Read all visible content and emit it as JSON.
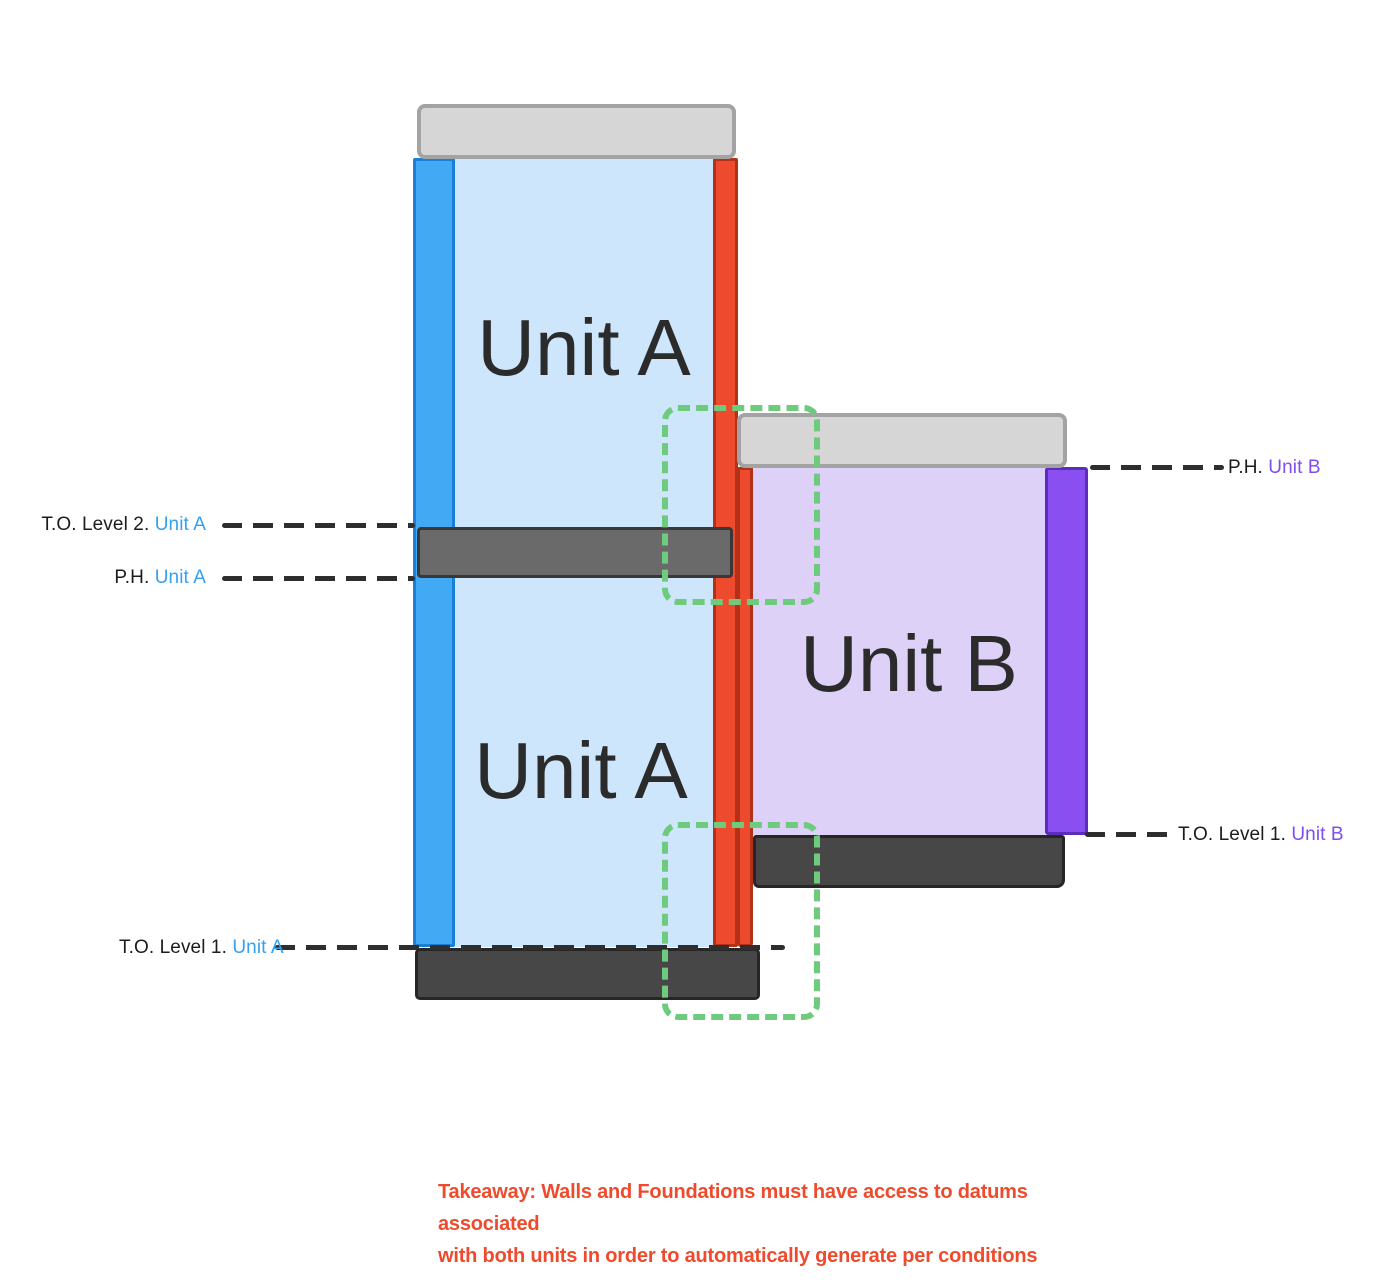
{
  "diagram": {
    "units": {
      "unit_a": {
        "name": "Unit A",
        "accent_color": "#33a0f2",
        "interior_fill": "#cde6fb",
        "left_wall_color": "#42a9f5"
      },
      "unit_b": {
        "name": "Unit B",
        "accent_color": "#7d4df2",
        "interior_fill": "#ddd1f7",
        "right_wall_color": "#8a4ff0"
      },
      "party_wall_color": "#ee4b2e"
    },
    "structure_colors": {
      "roof_cap": "#d6d6d6",
      "mid_slab": "#6a6a6a",
      "foundation": "#474747",
      "datum_line": "#2e2e2e",
      "highlight_box": "#6ecb7d"
    },
    "datum_labels": {
      "to_level_2_a": {
        "prefix": "T.O. Level 2. ",
        "unit": "Unit A"
      },
      "ph_a": {
        "prefix": "P.H. ",
        "unit": "Unit A"
      },
      "to_level_1_a": {
        "prefix": "T.O. Level 1. ",
        "unit": "Unit A"
      },
      "ph_b": {
        "prefix": "P.H. ",
        "unit": "Unit B"
      },
      "to_level_1_b": {
        "prefix": "T.O. Level 1. ",
        "unit": "Unit B"
      }
    },
    "takeaway": {
      "line1": "Takeaway: Walls and Foundations must have access to datums associated",
      "line2": "with both units in order to automatically generate per conditions",
      "color": "#f04a2c"
    }
  }
}
